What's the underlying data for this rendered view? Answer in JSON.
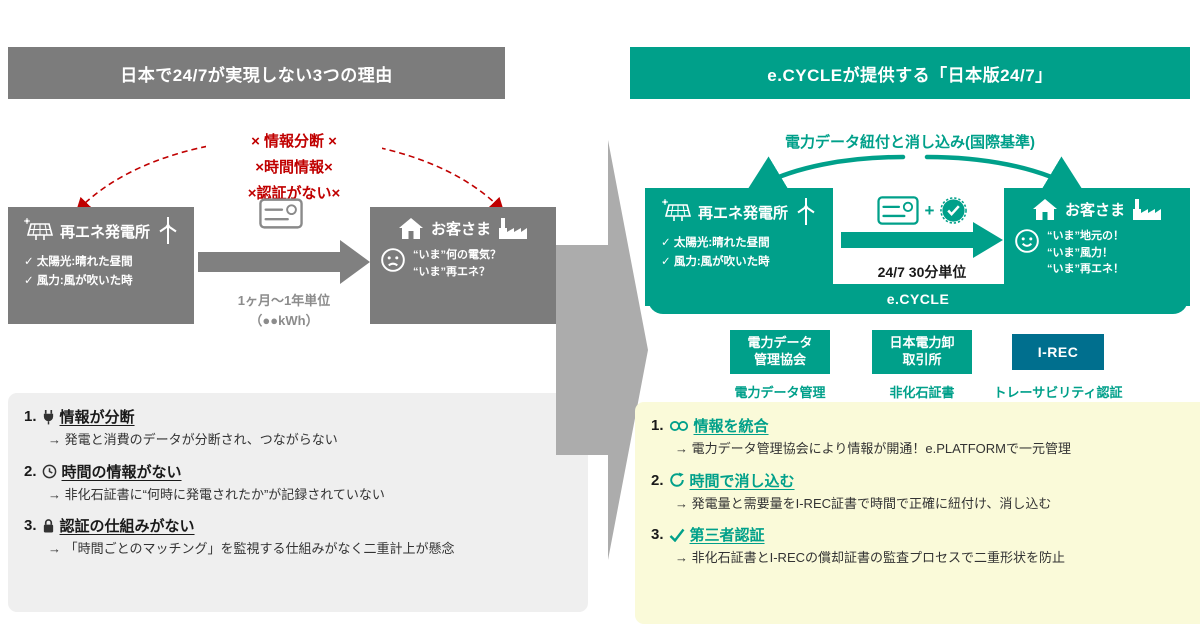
{
  "colors": {
    "teal": "#00A08A",
    "gray": "#7C7C7C",
    "red": "#C00000",
    "irec_blue": "#006F8E",
    "yellow_bg": "#FAFAD9",
    "gray_bg": "#EFEFEF"
  },
  "left": {
    "header": "日本で24/7が実現しない3つの理由",
    "broken_labels": [
      "× 情報分断 ×",
      "×時間情報×",
      "×認証がない×"
    ],
    "plant": {
      "title": "再エネ発電所",
      "items": [
        "✓ 太陽光:晴れた昼間",
        "✓ 風力:風が吹いた時"
      ]
    },
    "customer": {
      "title": "お客さま",
      "items": [
        "“いま”何の電気？",
        "“いま”再エネ？"
      ]
    },
    "flow": {
      "cadence": "1ヶ月～1年単位",
      "unit": "（●●kWh）"
    },
    "reasons": [
      {
        "num": "1.",
        "title": "情報が分断",
        "desc": "→ 発電と消費のデータが分断され、つながらない"
      },
      {
        "num": "2.",
        "title": "時間の情報がない",
        "desc": "→ 非化石証書に“何時に発電されたか”が記録されていない"
      },
      {
        "num": "3.",
        "title": "認証の仕組みがない",
        "desc": "→ 「時間ごとのマッチング」を監視する仕組みがなく二重計上が懸念"
      }
    ]
  },
  "right": {
    "header": "e.CYCLEが提供する「日本版24/7」",
    "subtitle": "電力データ紐付と消し込み(国際基準)",
    "plant": {
      "title": "再エネ発電所",
      "items": [
        "✓ 太陽光:晴れた昼間",
        "✓ 風力:風が吹いた時"
      ]
    },
    "customer": {
      "title": "お客さま",
      "items": [
        "“いま”地元の！",
        "“いま”風力！",
        "“いま”再エネ！"
      ]
    },
    "flow": {
      "plus": "+",
      "cadence": "24/7 30分単位"
    },
    "ecycle": "e.CYCLE",
    "orgs": [
      {
        "name": "電力データ\n管理協会",
        "label": "電力データ管理"
      },
      {
        "name": "日本電力卸\n取引所",
        "label": "非化石証書"
      },
      {
        "name": "I-REC",
        "label": "トレーサビリティ認証"
      }
    ],
    "features": [
      {
        "num": "1.",
        "title": "情報を統合",
        "desc": "→ 電力データ管理協会により情報が開通！e.PLATFORMで一元管理"
      },
      {
        "num": "2.",
        "title": "時間で消し込む",
        "desc": "→ 発電量と需要量をI-REC証書で時間で正確に紐付け、消し込む"
      },
      {
        "num": "3.",
        "title": "第三者認証",
        "desc": "→ 非化石証書とI-RECの償却証書の監査プロセスで二重形状を防止"
      }
    ]
  }
}
